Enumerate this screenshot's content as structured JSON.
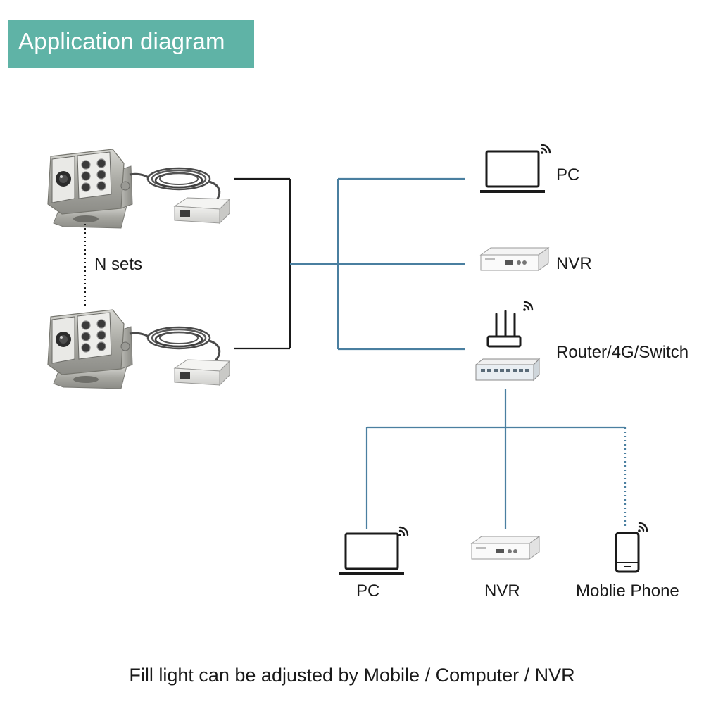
{
  "header": {
    "title": "Application diagram"
  },
  "labels": {
    "n_sets": "N sets",
    "pc_top": "PC",
    "nvr_top": "NVR",
    "router": "Router/4G/Switch",
    "pc_bottom": "PC",
    "nvr_bottom": "NVR",
    "phone": "Moblie Phone"
  },
  "caption": "Fill light can be adjusted by Mobile / Computer / NVR",
  "colors": {
    "header_bg": "#5fb3a6",
    "network_line": "#4a7fa0",
    "camera_line": "#1a1a1a",
    "device_stroke": "#1a1a1a",
    "camera_body": "#a9a9a4"
  },
  "icons": [
    "camera-icon",
    "cable-icon",
    "poe-injector-icon",
    "laptop-icon",
    "nvr-icon",
    "router-icon",
    "switch-icon",
    "phone-icon",
    "wifi-icon"
  ]
}
